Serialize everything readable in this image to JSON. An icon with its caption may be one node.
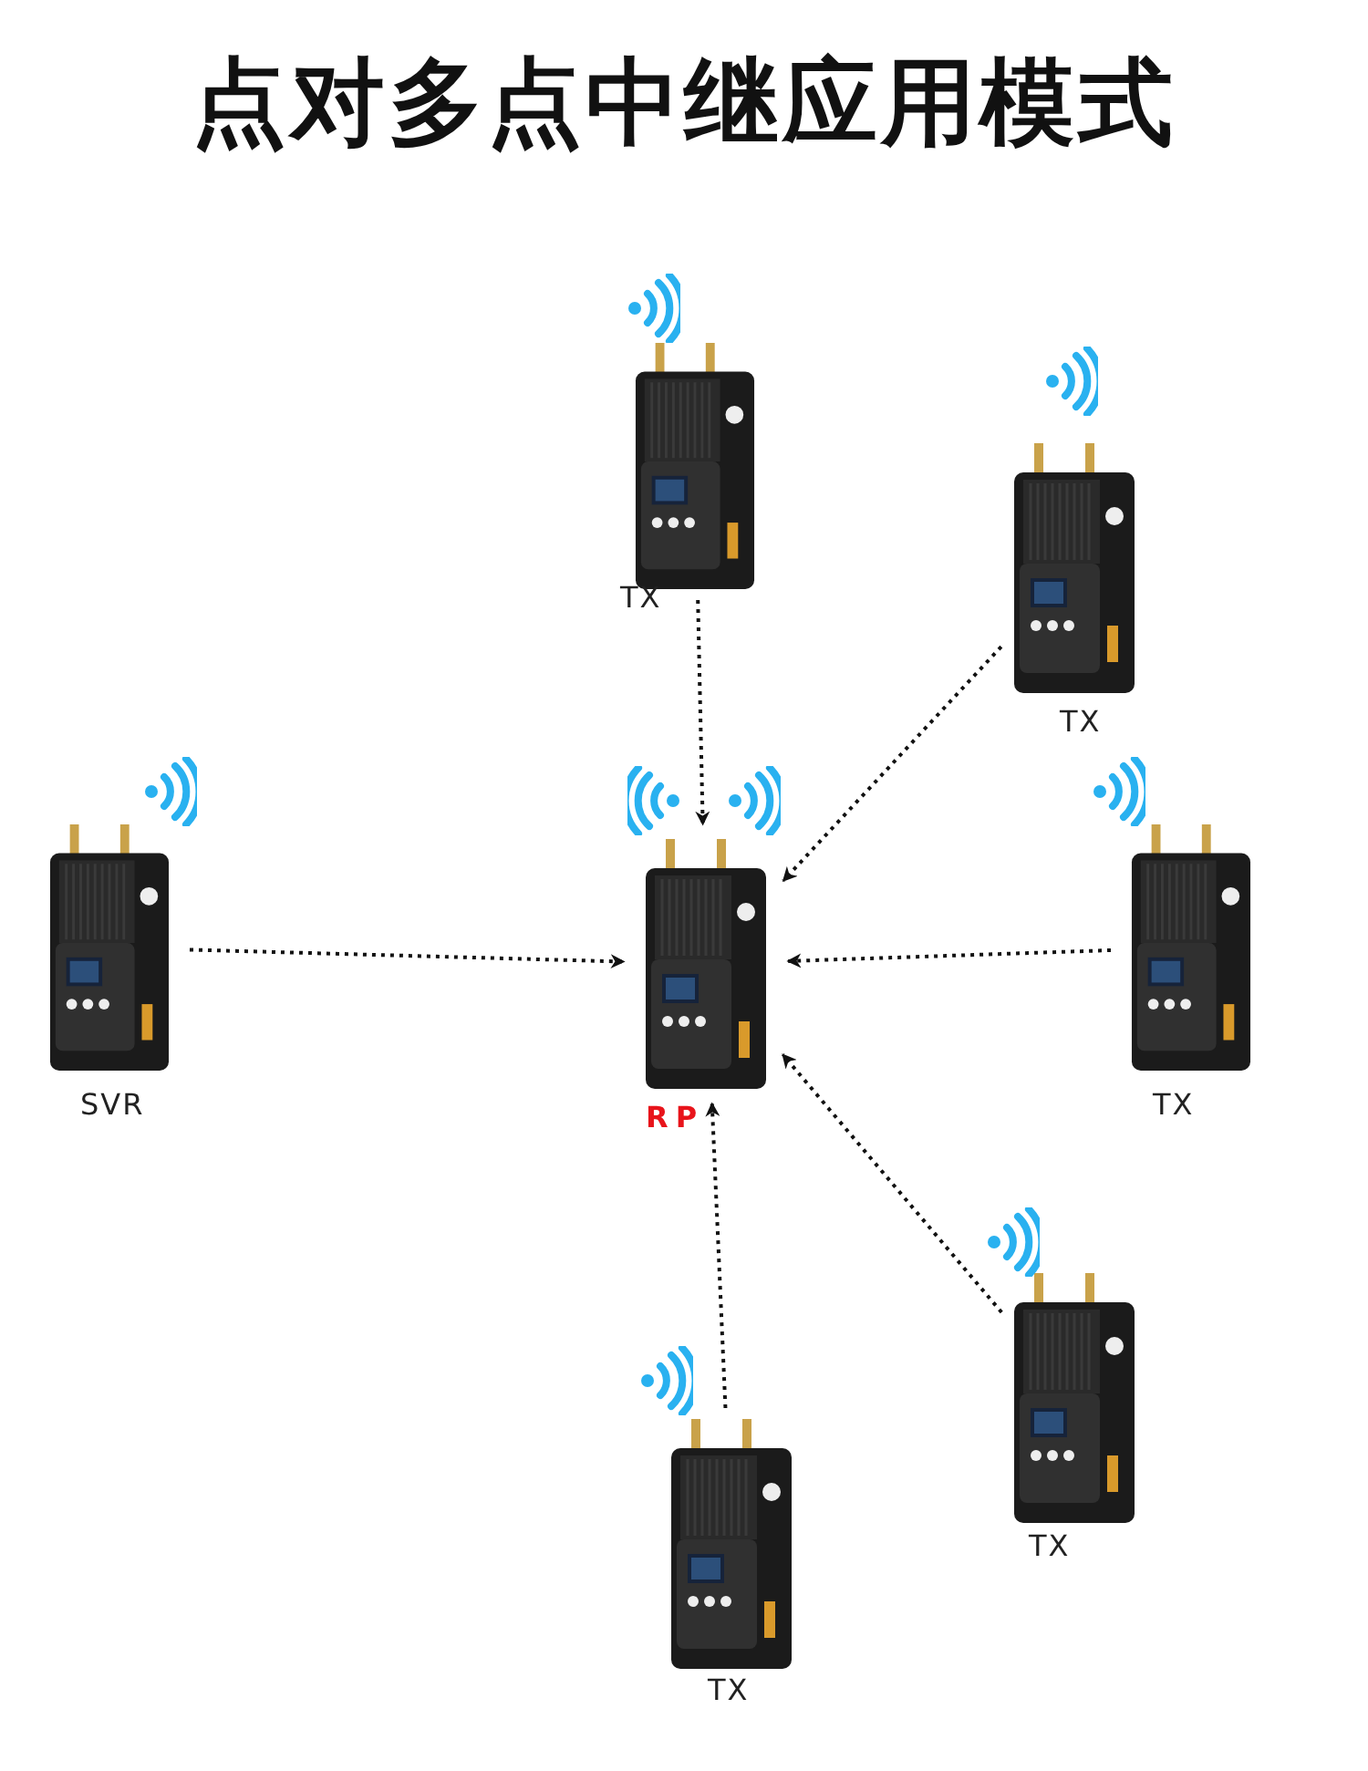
{
  "diagram": {
    "title": "点对多点中继应用模式",
    "nodes": [
      {
        "text": [],
        "shape": "picture",
        "beside": [
          "TX"
        ]
      },
      {
        "text": [],
        "shape": "picture",
        "beside": [
          "TX"
        ]
      },
      {
        "text": [],
        "shape": "picture",
        "beside": [
          "SVR"
        ]
      },
      {
        "text": [],
        "shape": "picture",
        "beside": [
          "RP"
        ]
      },
      {
        "text": [],
        "shape": "picture",
        "beside": [
          "TX"
        ]
      },
      {
        "text": [],
        "shape": "picture",
        "beside": [
          "TX"
        ]
      },
      {
        "text": [],
        "shape": "picture",
        "beside": [
          "TX"
        ]
      }
    ],
    "edges": [
      {
        "from": 0,
        "to": 3,
        "arrow": "to"
      },
      {
        "from": 1,
        "to": 3,
        "arrow": "to"
      },
      {
        "from": 2,
        "to": 3,
        "arrow": "to"
      },
      {
        "from": 4,
        "to": 3,
        "arrow": "to"
      },
      {
        "from": 5,
        "to": 3,
        "arrow": "to"
      },
      {
        "from": 6,
        "to": 3,
        "arrow": "to"
      }
    ]
  }
}
